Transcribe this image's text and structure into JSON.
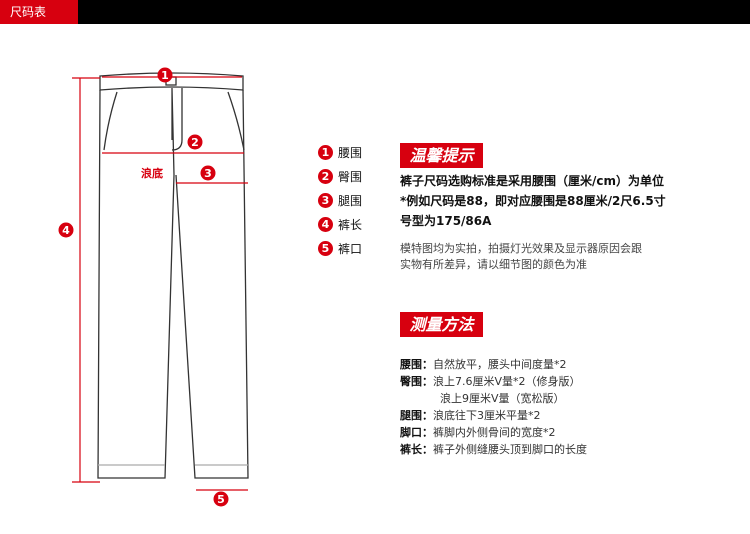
{
  "header": {
    "tab": "尺码表"
  },
  "diagram": {
    "crotch_label": "浪底",
    "markers": [
      "1",
      "2",
      "3",
      "4",
      "5"
    ]
  },
  "legend": [
    {
      "n": "1",
      "label": "腰围"
    },
    {
      "n": "2",
      "label": "臀围"
    },
    {
      "n": "3",
      "label": "腿围"
    },
    {
      "n": "4",
      "label": "裤长"
    },
    {
      "n": "5",
      "label": "裤口"
    }
  ],
  "tips": {
    "title": "温馨提示",
    "lines": [
      "裤子尺码选购标准是采用腰围（厘米/cm）为单位",
      "*例如尺码是88，即对应腰围是88厘米/2尺6.5寸",
      "号型为175/86A"
    ],
    "note": [
      "模特图均为实拍，拍摄灯光效果及显示器原因会跟",
      "实物有所差异，请以细节图的颜色为准"
    ]
  },
  "method": {
    "title": "测量方法",
    "rows": [
      {
        "k": "腰围：",
        "v": "自然放平，腰头中间度量*2"
      },
      {
        "k": "臀围：",
        "v": "浪上7.6厘米V量*2（修身版）"
      },
      {
        "k": "",
        "v": "浪上9厘米V量（宽松版）"
      },
      {
        "k": "腿围：",
        "v": "浪底往下3厘米平量*2"
      },
      {
        "k": "脚口：",
        "v": "裤脚内外侧骨间的宽度*2"
      },
      {
        "k": "裤长：",
        "v": "裤子外侧缝腰头顶到脚口的长度"
      }
    ]
  },
  "colors": {
    "accent": "#d7000f",
    "bar": "#000000"
  }
}
